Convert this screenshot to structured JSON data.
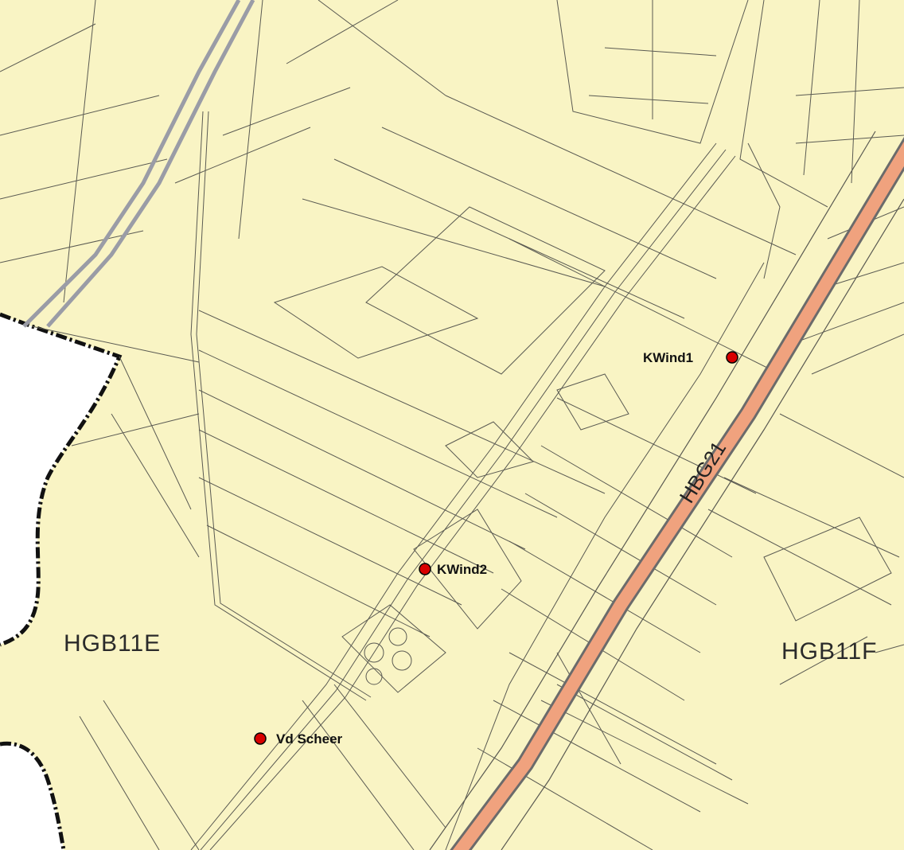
{
  "map": {
    "colors": {
      "land": "#f9f4c4",
      "outside_area": "#ffffff",
      "road_casing": "#6b6b6b",
      "road_fill": "#f0a27e",
      "railway": "#9a9ca6",
      "linework": "#5a5a52",
      "boundary": "#111111",
      "marker": "#d80000"
    },
    "area_labels": {
      "west": "HGB11E",
      "east": "HGB11F"
    },
    "road_label": "HBG21",
    "points": [
      {
        "id": "kwind1",
        "label": "KWind1",
        "icon": "red-dot-marker"
      },
      {
        "id": "kwind2",
        "label": "KWind2",
        "icon": "red-dot-marker"
      },
      {
        "id": "vd-scheer",
        "label": "Vd Scheer",
        "icon": "red-dot-marker"
      }
    ]
  }
}
